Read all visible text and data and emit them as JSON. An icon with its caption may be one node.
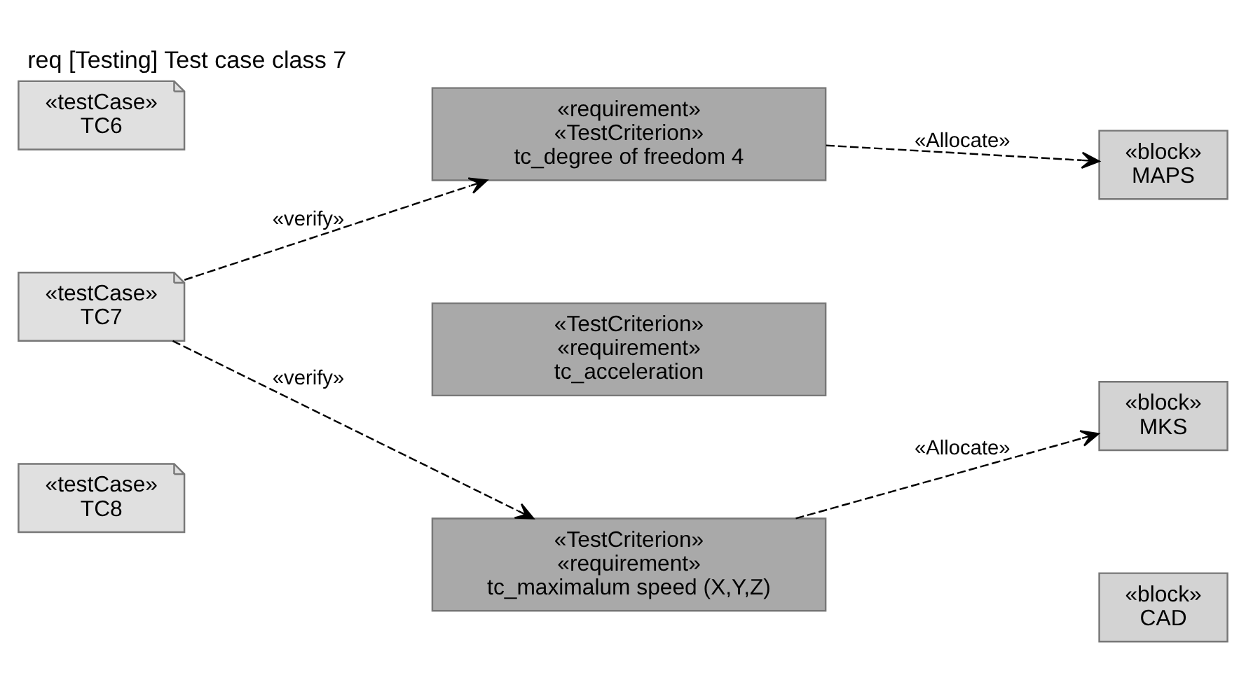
{
  "diagram": {
    "title": "req [Testing] Test case class 7",
    "nodes": [
      {
        "text": [
          "«testCase»",
          "TC6"
        ]
      },
      {
        "text": [
          "«testCase»",
          "TC7"
        ]
      },
      {
        "text": [
          "«testCase»",
          "TC8"
        ]
      },
      {
        "text": [
          "«requirement»",
          "«TestCriterion»",
          "tc_degree of freedom 4"
        ]
      },
      {
        "text": [
          "«TestCriterion»",
          "«requirement»",
          "tc_acceleration"
        ]
      },
      {
        "text": [
          "«TestCriterion»",
          "«requirement»",
          "tc_maximalum speed (X,Y,Z)"
        ]
      },
      {
        "text": [
          "«block»",
          "MAPS"
        ]
      },
      {
        "text": [
          "«block»",
          "MKS"
        ]
      },
      {
        "text": [
          "«block»",
          "CAD"
        ]
      }
    ],
    "edges": [
      {
        "from": 1,
        "to": 3,
        "arrow": "to",
        "label": "«verify»",
        "style": "dashed"
      },
      {
        "from": 1,
        "to": 5,
        "arrow": "to",
        "label": "«verify»",
        "style": "dashed"
      },
      {
        "from": 3,
        "to": 6,
        "arrow": "to",
        "label": "«Allocate»",
        "style": "dashed"
      },
      {
        "from": 5,
        "to": 7,
        "arrow": "to",
        "label": "«Allocate»",
        "style": "dashed"
      }
    ]
  }
}
